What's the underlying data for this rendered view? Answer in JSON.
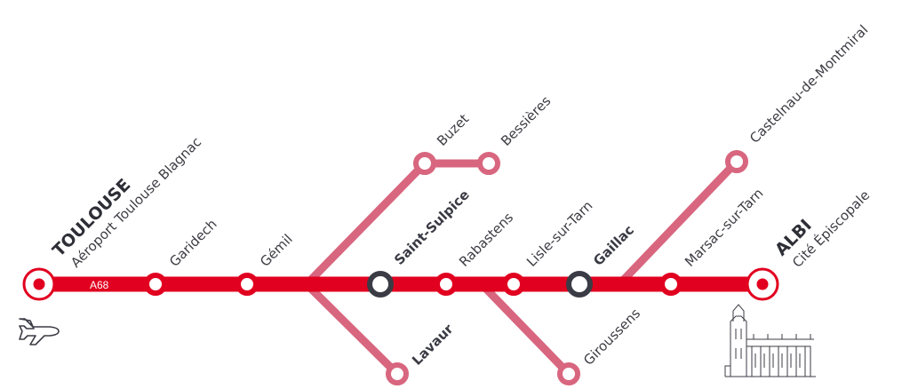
{
  "colors": {
    "main_line": "#e1001f",
    "branch_line": "#d8667f",
    "hub_ring": "#3b3b45",
    "terminus_ring": "#e1001f",
    "label_text": "#3c3c44"
  },
  "road": {
    "label": "A68"
  },
  "icons": {
    "departure": "airplane-icon",
    "arrival": "cathedral-icon"
  },
  "stations": {
    "toulouse": {
      "name": "TOULOUSE",
      "sub": "Aéroport Toulouse Blagnac"
    },
    "garidech": {
      "name": "Garidech"
    },
    "gemil": {
      "name": "Gémil"
    },
    "saint_sulpice": {
      "name": "Saint-Sulpice"
    },
    "rabastens": {
      "name": "Rabastens"
    },
    "lisle": {
      "name": "Lisle-sur-Tarn"
    },
    "gaillac": {
      "name": "Gaillac"
    },
    "marsac": {
      "name": "Marsac-sur-Tarn"
    },
    "albi": {
      "name": "ALBI",
      "sub": "Cité Épiscopale"
    },
    "buzet": {
      "name": "Buzet"
    },
    "bessieres": {
      "name": "Bessières"
    },
    "castelnau": {
      "name": "Castelnau-de-Montmiral"
    },
    "lavaur": {
      "name": "Lavaur"
    },
    "giroussens": {
      "name": "Giroussens"
    }
  }
}
